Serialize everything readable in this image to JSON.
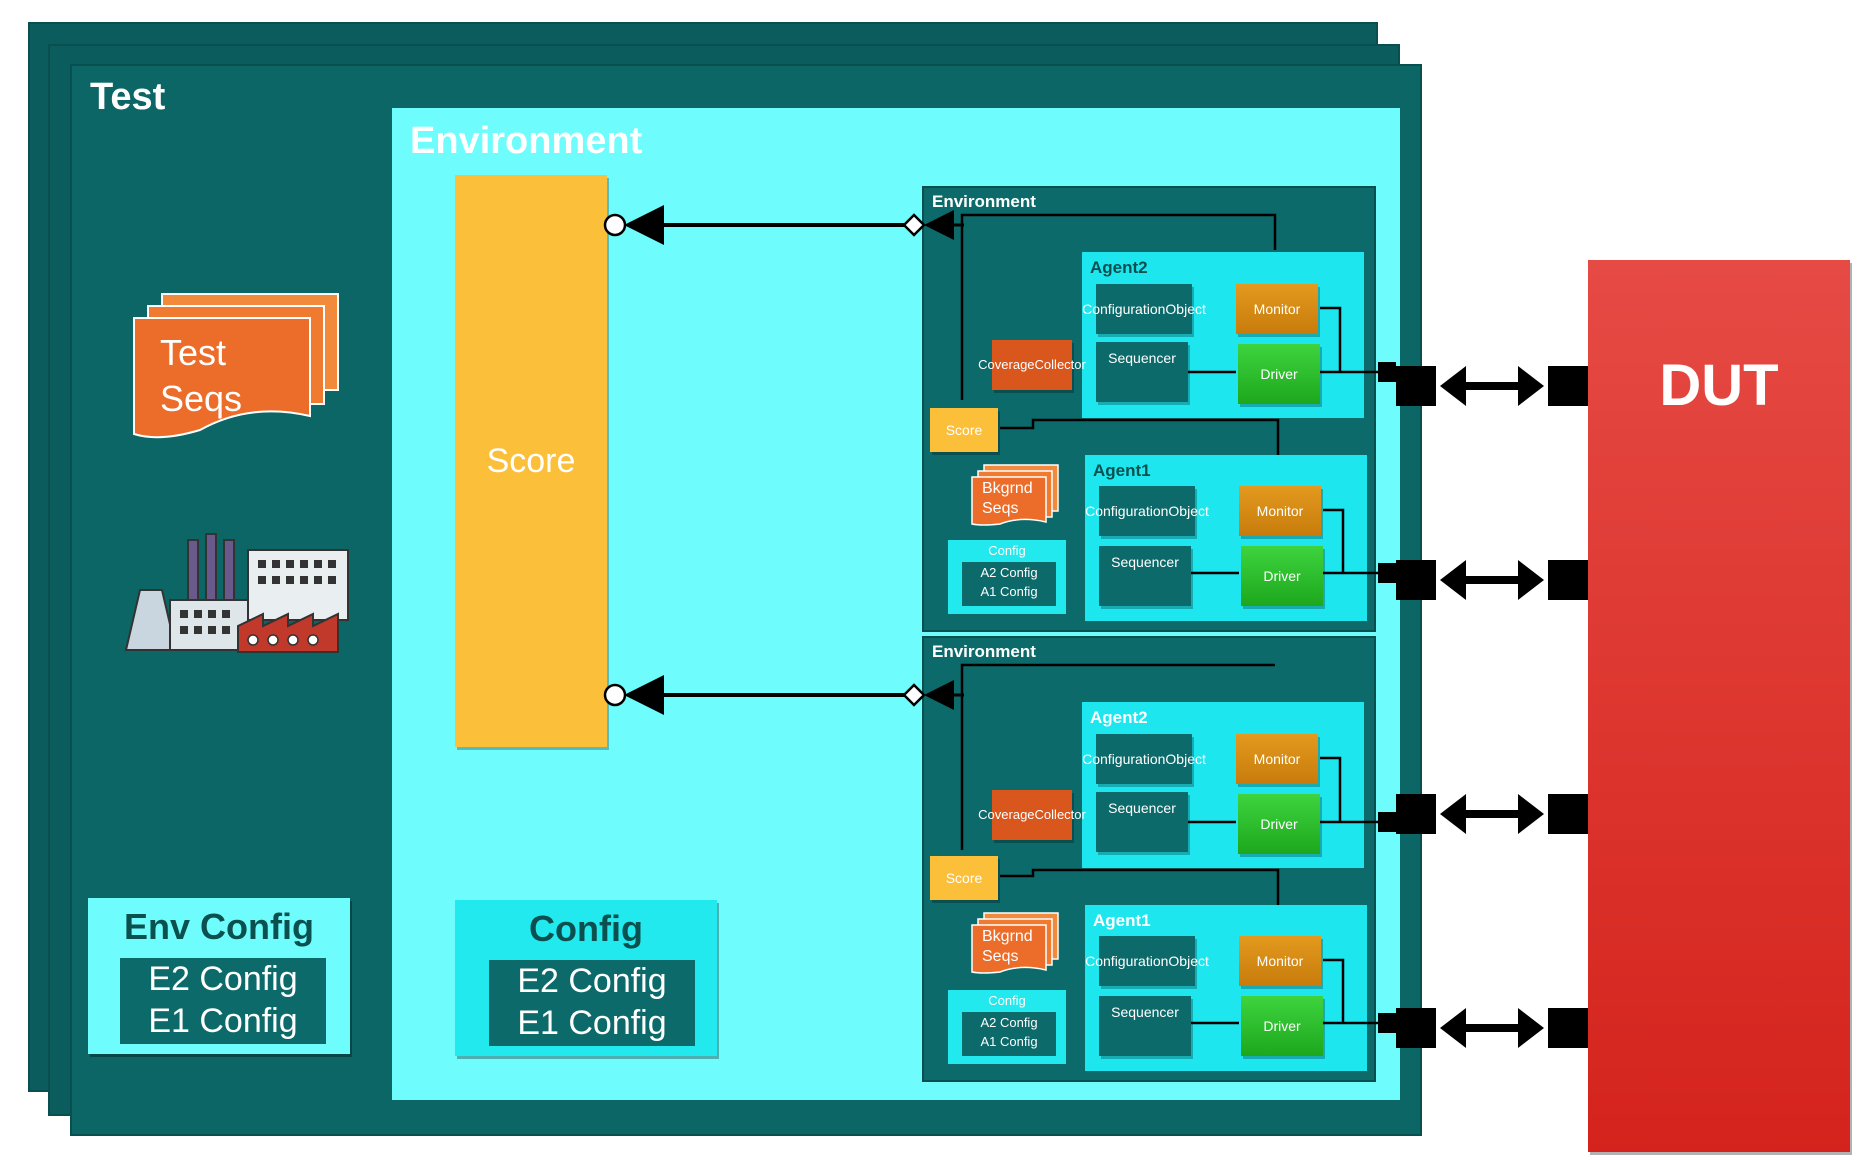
{
  "test_title": "Test",
  "outer_env_title": "Environment",
  "test_seqs": [
    "Test",
    "Seqs"
  ],
  "big_score_label": "Score",
  "env_config": {
    "title": "Env Config",
    "items": [
      "E2 Config",
      "E1 Config"
    ]
  },
  "config": {
    "title": "Config",
    "items": [
      "E2 Config",
      "E1 Config"
    ]
  },
  "dut_label": "DUT",
  "sub_envs": [
    {
      "title": "Environment",
      "coverage_collector": [
        "Coverage",
        "Collector"
      ],
      "score_label": "Score",
      "bkgrnd_seqs": [
        "Bkgrnd",
        "Seqs"
      ],
      "config": {
        "title": "Config",
        "items": [
          "A2 Config",
          "A1 Config"
        ]
      },
      "agents": [
        {
          "title": "Agent2",
          "config_object": [
            "Configuration",
            "Object"
          ],
          "sequencer": "Sequencer",
          "monitor": "Monitor",
          "driver": "Driver"
        },
        {
          "title": "Agent1",
          "config_object": [
            "Configuration",
            "Object"
          ],
          "sequencer": "Sequencer",
          "monitor": "Monitor",
          "driver": "Driver"
        }
      ]
    },
    {
      "title": "Environment",
      "coverage_collector": [
        "Coverage",
        "Collector"
      ],
      "score_label": "Score",
      "bkgrnd_seqs": [
        "Bkgrnd",
        "Seqs"
      ],
      "config": {
        "title": "Config",
        "items": [
          "A2 Config",
          "A1 Config"
        ]
      },
      "agents": [
        {
          "title": "Agent2",
          "config_object": [
            "Configuration",
            "Object"
          ],
          "sequencer": "Sequencer",
          "monitor": "Monitor",
          "driver": "Driver"
        },
        {
          "title": "Agent1",
          "config_object": [
            "Configuration",
            "Object"
          ],
          "sequencer": "Sequencer",
          "monitor": "Monitor",
          "driver": "Driver"
        }
      ]
    }
  ],
  "colors": {
    "test_frame": "#0d6666",
    "environment": "#6ffcfc",
    "agent": "#1de6ef",
    "score": "#fbbf3a",
    "test_seqs": "#ec6d2a",
    "monitor": "#d98a14",
    "driver": "#2cc02c",
    "dut": "#dc2a22"
  }
}
